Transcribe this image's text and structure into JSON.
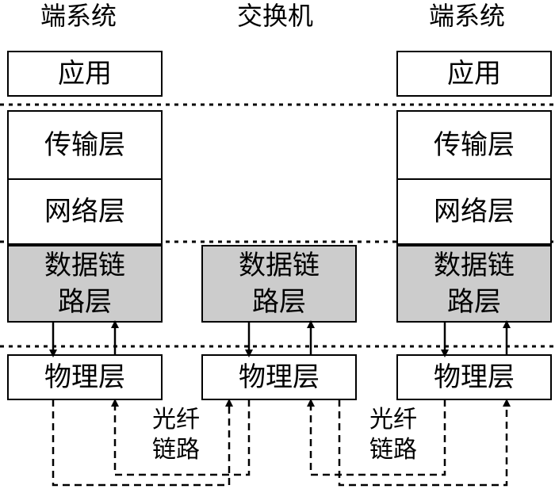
{
  "headers": {
    "left": "端系统",
    "middle": "交换机",
    "right": "端系统"
  },
  "layers": {
    "application": "应用",
    "transport": "传输层",
    "network": "网络层",
    "data_link": "数据链\n路层",
    "physical": "物理层"
  },
  "links": {
    "fiber_left": "光纤\n链路",
    "fiber_right": "光纤\n链路"
  },
  "colors": {
    "data_link_fill": "#cccccc",
    "box_fill": "#ffffff",
    "stroke": "#000000"
  }
}
